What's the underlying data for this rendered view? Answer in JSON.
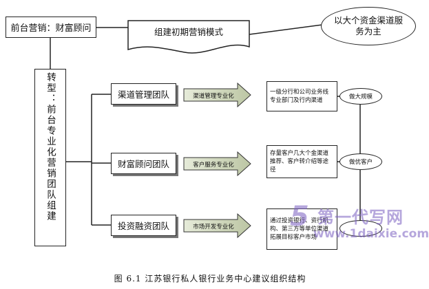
{
  "diagram": {
    "top_left": "前台营销：财富顾问",
    "initial_mode": "组建初期营销模式",
    "top_goal": "以大个资金渠道服务为主",
    "transform": "转型：前台专业化营销团队组建",
    "teams": [
      {
        "name": "渠道管理团队",
        "arrow": "渠道管理专业化",
        "detail": "一级分行和公司业务线专业部门及行内渠道",
        "result": "做大规模"
      },
      {
        "name": "财富顾问团队",
        "arrow": "客户服务专业化",
        "detail": "存量客户几大个金渠道推荐、客户转介绍等途径",
        "result": "做优客户"
      },
      {
        "name": "投资融资团队",
        "arrow": "市场开发专业化",
        "detail": "通过投资银行、资行机构、第三方等单位渠道拓展目标客户市场",
        "result": ""
      }
    ],
    "watermark_text": "第一代写网",
    "watermark_url": "www.1daixie.com",
    "caption": "图 6.1  江苏银行私人银行业务中心建议组织结构"
  }
}
